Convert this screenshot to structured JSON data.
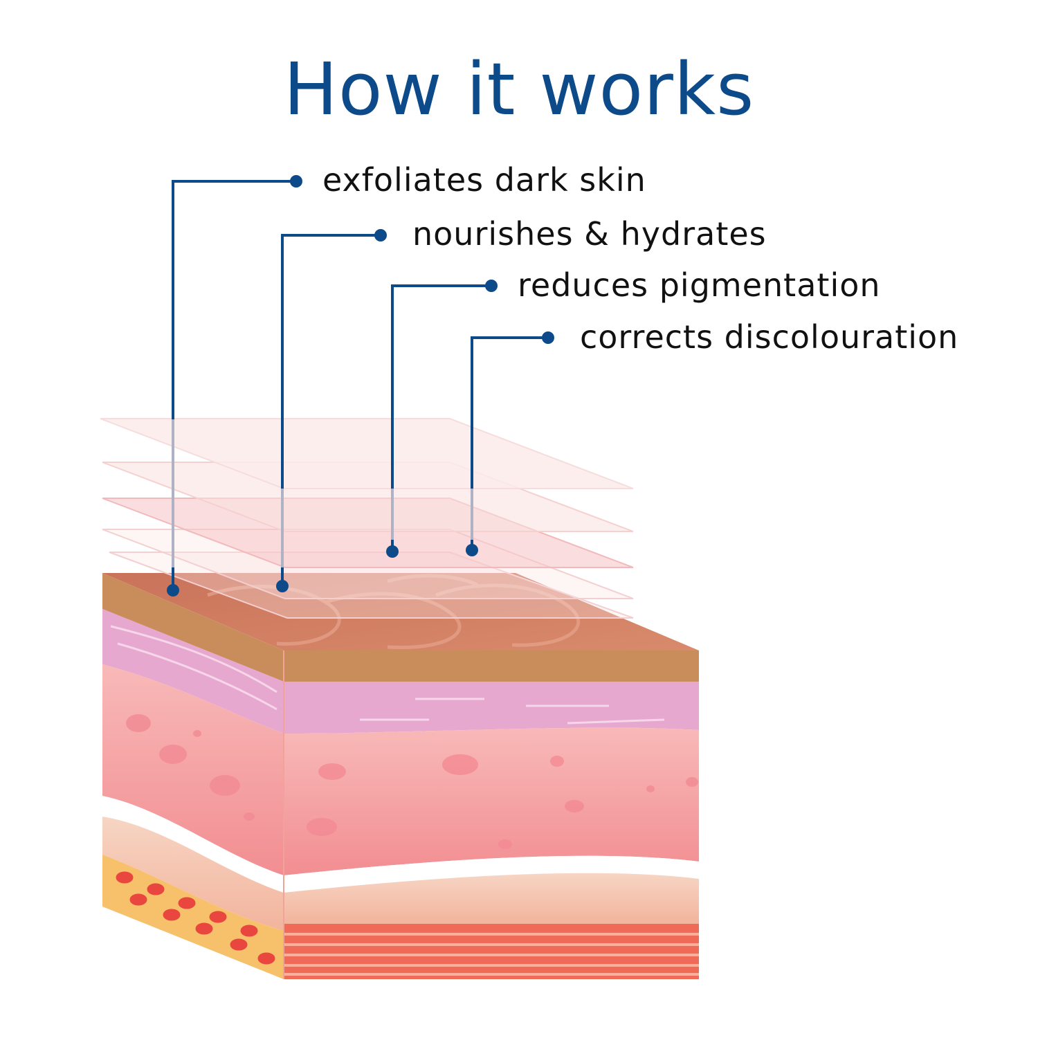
{
  "title": "How it works",
  "colors": {
    "title": "#0d4a8a",
    "leader_line": "#0d4a8a",
    "label_text": "#111111"
  },
  "callouts": [
    {
      "text": "exfoliates dark skin"
    },
    {
      "text": "nourishes & hydrates"
    },
    {
      "text": "reduces pigmentation"
    },
    {
      "text": "corrects discolouration"
    }
  ]
}
